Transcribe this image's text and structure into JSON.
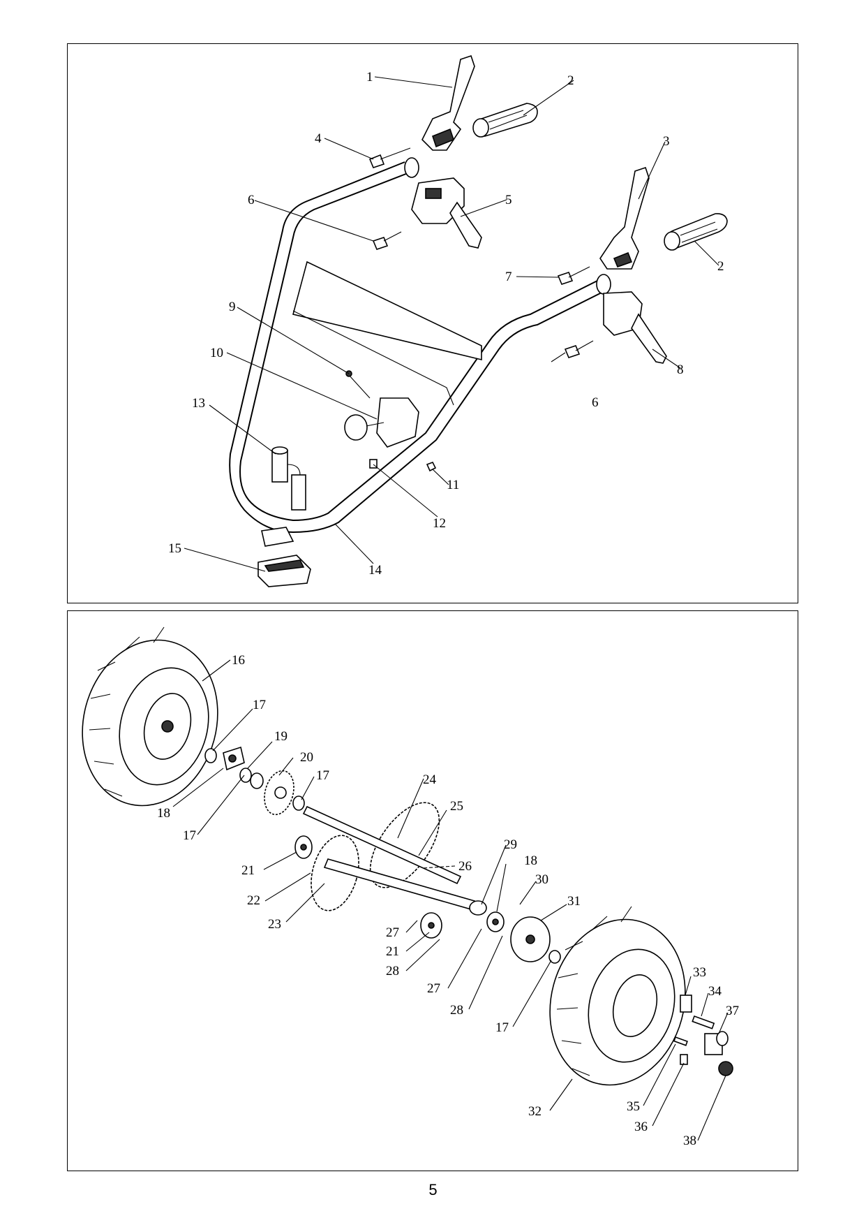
{
  "page": {
    "number": "5"
  },
  "top_panel": {
    "callouts": [
      "1",
      "2",
      "3",
      "4",
      "5",
      "6",
      "2",
      "7",
      "8",
      "9",
      "10",
      "6",
      "11",
      "12",
      "13",
      "14",
      "15"
    ]
  },
  "bottom_panel": {
    "callouts": [
      "16",
      "17",
      "18",
      "19",
      "20",
      "17",
      "17",
      "21",
      "22",
      "23",
      "24",
      "25",
      "26",
      "29",
      "18",
      "30",
      "31",
      "27",
      "21",
      "28",
      "27",
      "28",
      "17",
      "33",
      "34",
      "37",
      "32",
      "35",
      "36",
      "38"
    ]
  }
}
